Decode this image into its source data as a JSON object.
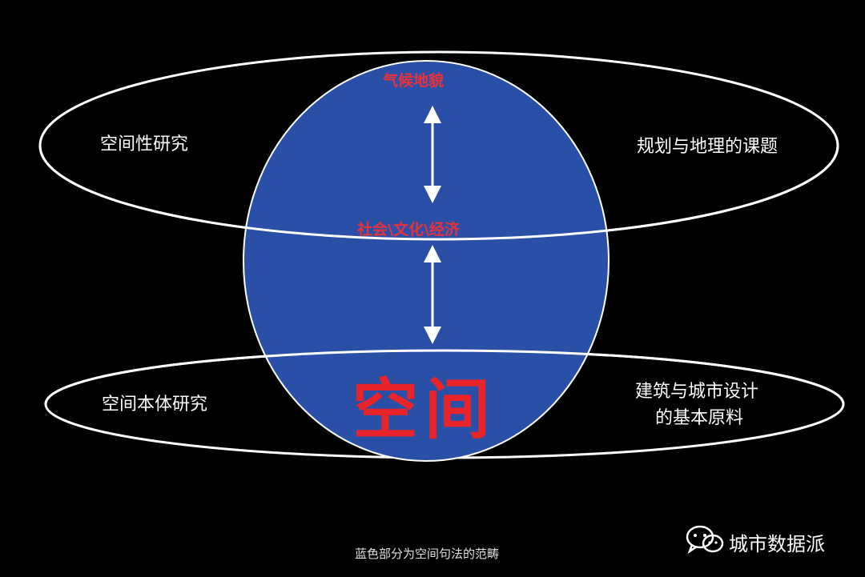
{
  "colors": {
    "background": "#000000",
    "sphere_fill": "#2a4fa6",
    "outline": "#ffffff",
    "red_label": "#e8313a",
    "big_label": "#e8232a"
  },
  "diagram": {
    "top_ellipse": {
      "left_label": "空间性研究",
      "right_label": "规划与地理的课题"
    },
    "bottom_ellipse": {
      "left_label": "空间本体研究",
      "right_label_line1": "建筑与城市设计",
      "right_label_line2": "的基本原料"
    },
    "sphere": {
      "top_label": "气候地貌",
      "middle_label": "社会\\文化\\经济",
      "core_label": "空间"
    }
  },
  "caption": "蓝色部分为空间句法的范畴",
  "watermark": {
    "icon": "wechat-icon",
    "text": "城市数据派"
  }
}
